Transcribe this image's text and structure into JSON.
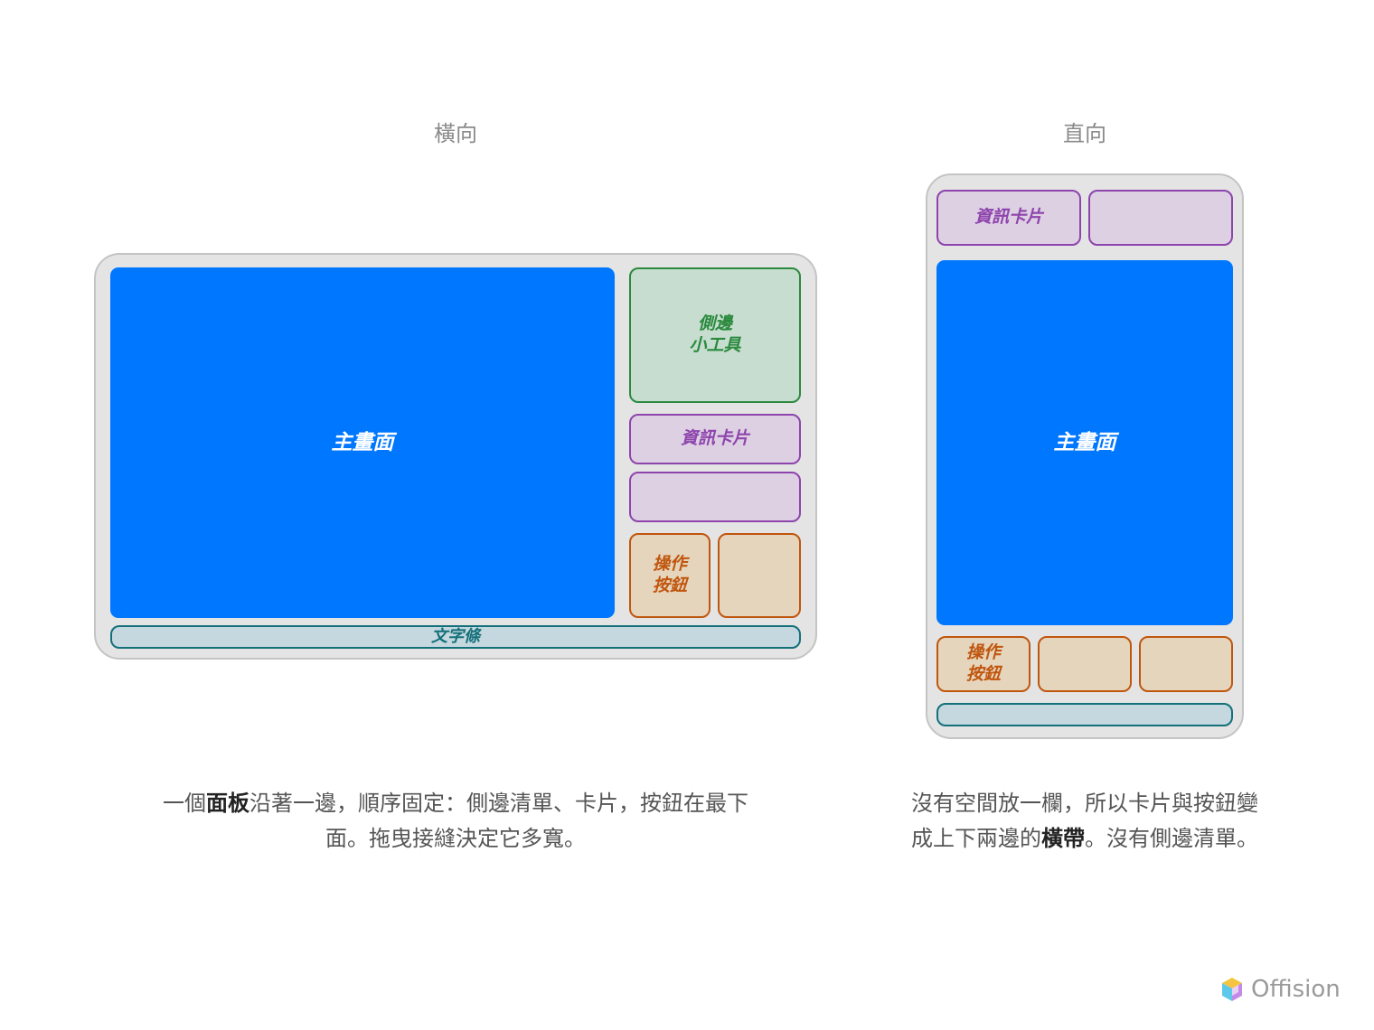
{
  "landscape": {
    "heading": "橫向",
    "main_label": "主畫面",
    "sidebar_widget_label": "側邊\n小工具",
    "info_card_label": "資訊卡片",
    "action_button_label": "操作\n按鈕",
    "text_bar_label": "文字條",
    "caption": {
      "line1_pre": "一個",
      "line1_bold": "面板",
      "line1_post": "沿著一邊，順序固定：側邊清單、卡片，按鈕在最下",
      "line2": "面。拖曳接縫決定它多寬。"
    }
  },
  "portrait": {
    "heading": "直向",
    "main_label": "主畫面",
    "info_card_label": "資訊卡片",
    "action_button_label": "操作\n按鈕",
    "caption": {
      "line1": "沒有空間放一欄，所以卡片與按鈕變",
      "line2_pre": "成上下兩邊的",
      "line2_bold": "橫帶",
      "line2_post": "。沒有側邊清單。"
    }
  },
  "brand": {
    "name": "Offision"
  },
  "colors": {
    "main": "#0077ff",
    "sidebar": "#2b8a3e",
    "card": "#8e44ad",
    "button": "#c0560e",
    "textbar": "#13707a"
  }
}
